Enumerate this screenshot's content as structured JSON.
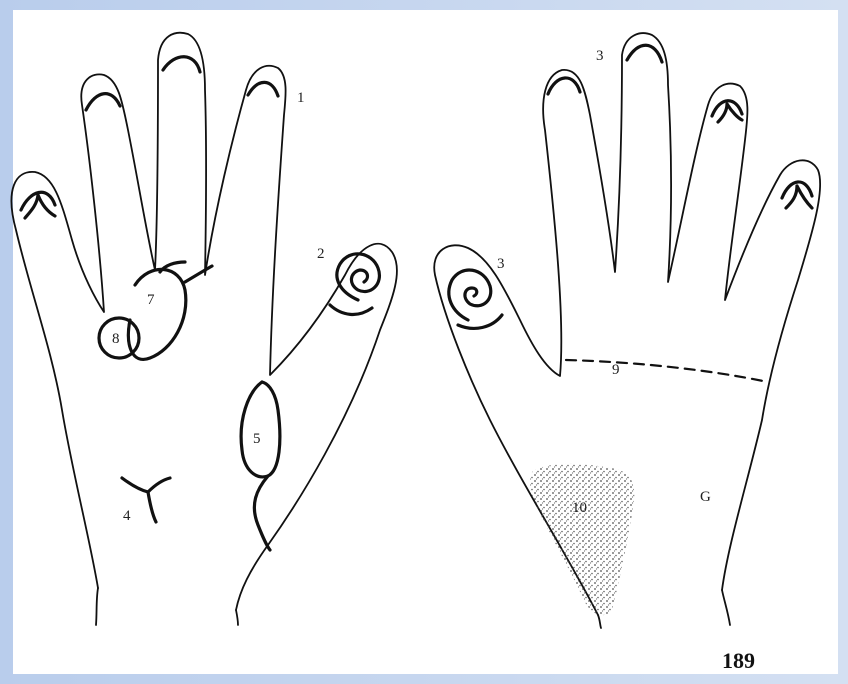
{
  "figure": {
    "page_number": "189",
    "labels": {
      "l1": "1",
      "l2": "2",
      "l3a": "3",
      "l3b": "3",
      "l4": "4",
      "l5": "5",
      "l6": "G",
      "l7": "7",
      "l8": "8",
      "l9": "9",
      "l10": "10"
    }
  },
  "colors": {
    "background_edge": "#c6d6ee",
    "panel": "#ffffff",
    "ink": "#111111"
  }
}
